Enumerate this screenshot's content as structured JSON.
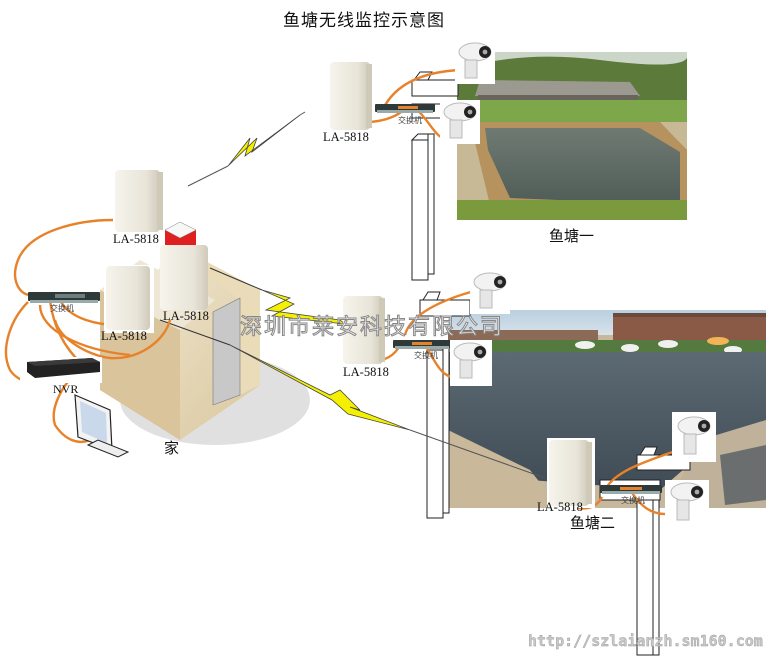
{
  "title": "鱼塘无线监控示意图",
  "watermark": "深圳市莱安科技有限公司",
  "url": "http://szlaianzh.sm160.com",
  "colors": {
    "cable": "#e8822a",
    "bolt_fill": "#f5f000",
    "bolt_stroke": "#555555",
    "ap_body": "#ece9df",
    "house_wall": "#e6d7b4",
    "house_shadow": "#d8d8d8",
    "roof_box": "#e02020"
  },
  "home": {
    "label": "家",
    "switch_label": "交换机",
    "nvr_label": "NVR",
    "aps": [
      {
        "model": "LA-5818",
        "brand": "莱安科技"
      },
      {
        "model": "LA-5818",
        "brand": "莱安科技"
      },
      {
        "model": "LA-5818",
        "brand": "莱安科技"
      }
    ]
  },
  "pond1": {
    "label": "鱼塘一",
    "ap_model": "LA-5818",
    "ap_brand": "莱安科技",
    "switch_label": "交换机",
    "cameras": 2
  },
  "pond2_relay": {
    "ap_model": "LA-5818",
    "ap_brand": "莱安科技",
    "switch_label": "交换机",
    "cameras": 2
  },
  "pond2": {
    "label": "鱼塘二",
    "ap_model": "LA-5818",
    "ap_brand": "莱安科技",
    "switch_label": "交换机",
    "cameras": 2
  },
  "links": [
    {
      "from": "home",
      "to": "pond1",
      "type": "wireless"
    },
    {
      "from": "home",
      "to": "pond2_relay",
      "type": "wireless"
    },
    {
      "from": "home",
      "to": "pond2",
      "type": "wireless"
    }
  ]
}
